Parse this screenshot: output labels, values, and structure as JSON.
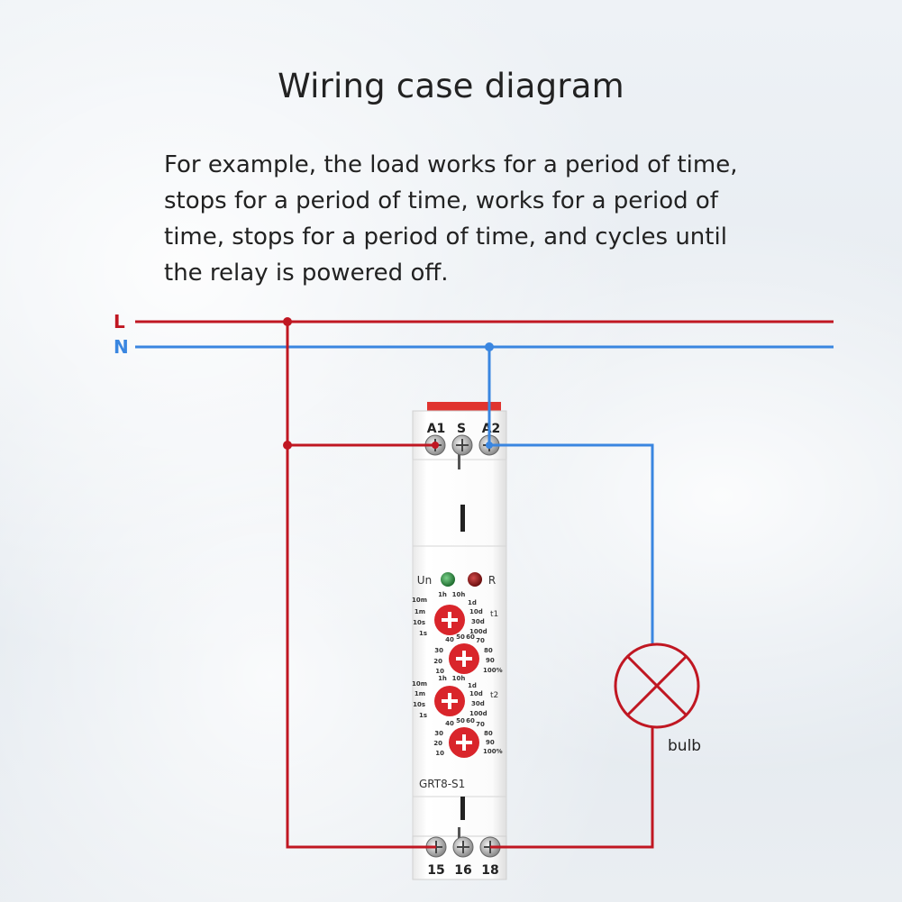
{
  "title": "Wiring case diagram",
  "description": "For example, the load works for a period of time, stops for a period of time, works for a period of time, stops for a period of time, and cycles until the relay is powered off.",
  "lines": {
    "live": "L",
    "neutral": "N"
  },
  "relay": {
    "model": "GRT8-S1",
    "top_terminals": [
      "A1",
      "S",
      "A2"
    ],
    "bottom_terminals": [
      "15",
      "16",
      "18"
    ],
    "led_power": "Un",
    "led_relay": "R",
    "dial_t1_label": "t1",
    "dial_t2_label": "t2",
    "range_left": [
      "10m",
      "1m",
      "10s",
      "1s"
    ],
    "range_top": [
      "1h",
      "10h"
    ],
    "range_right": [
      "1d",
      "10d",
      "30d",
      "100d"
    ],
    "pct_left": [
      "30",
      "20",
      "10"
    ],
    "pct_top": [
      "40",
      "50",
      "60",
      "70"
    ],
    "pct_right": [
      "80",
      "90",
      "100%"
    ]
  },
  "load": {
    "label": "bulb"
  },
  "colors": {
    "live": "#c01722",
    "neutral": "#3a86e0",
    "knob": "#d9252b"
  }
}
